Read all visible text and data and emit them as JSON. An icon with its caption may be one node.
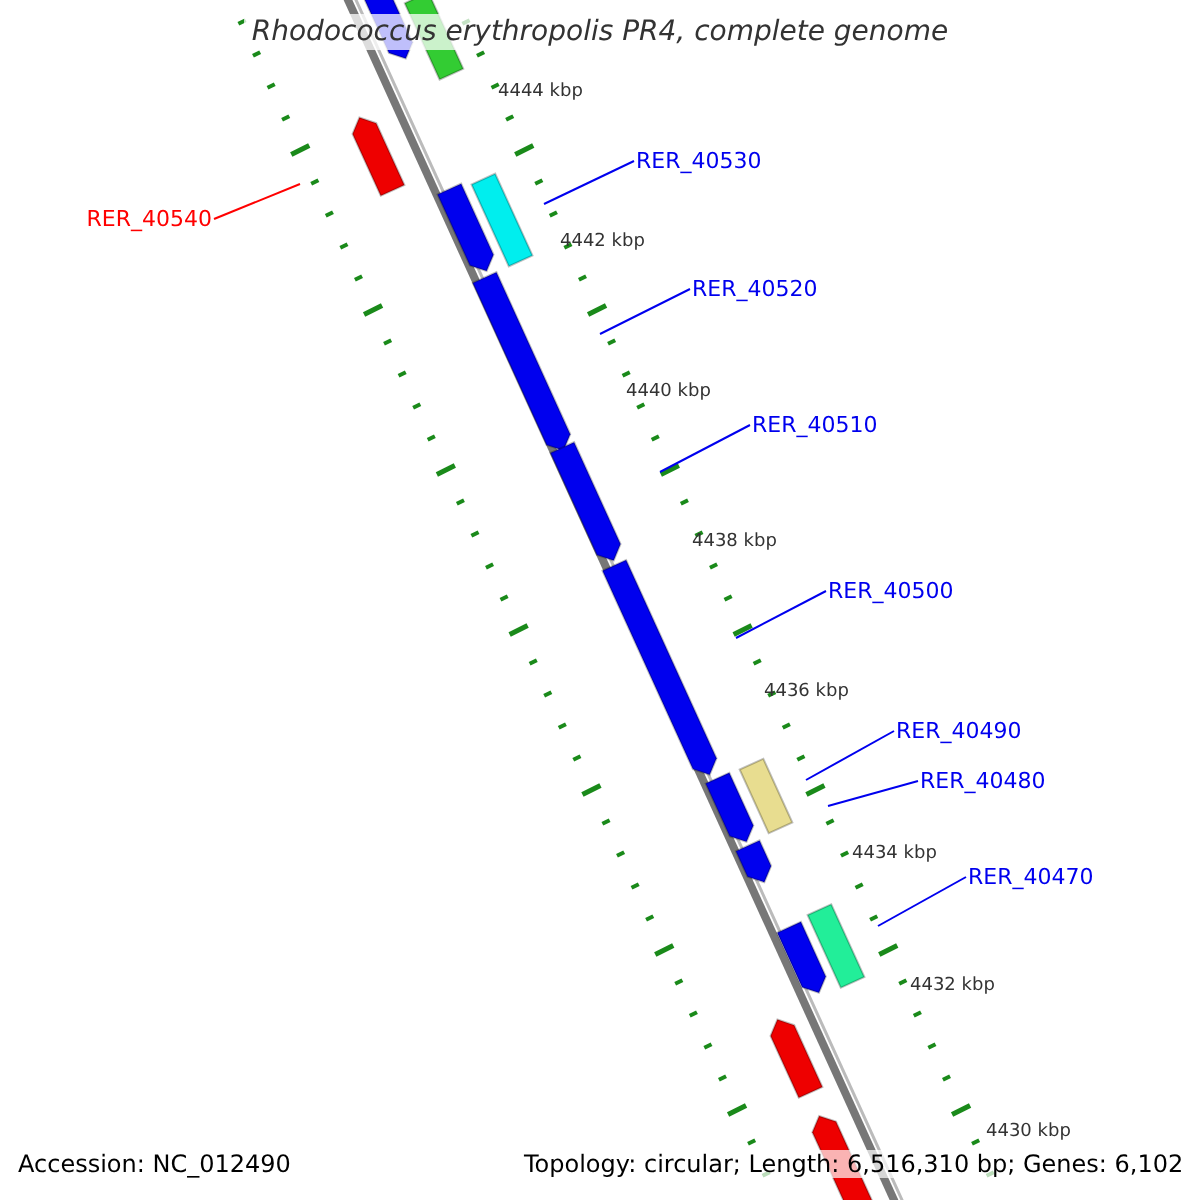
{
  "diagram": {
    "title": "Rhodococcus erythropolis PR4, complete genome",
    "nodes": [
      {
        "text": [
          "RER_40530"
        ]
      },
      {
        "text": [
          "RER_40540"
        ]
      },
      {
        "text": [
          "RER_40520"
        ]
      },
      {
        "text": [
          "RER_40510"
        ]
      },
      {
        "text": [
          "RER_40500"
        ]
      },
      {
        "text": [
          "RER_40490"
        ]
      },
      {
        "text": [
          "RER_40480"
        ]
      },
      {
        "text": [
          "RER_40470"
        ]
      }
    ],
    "edges": [
      {
        "from": 0,
        "to": null,
        "arrow": "none"
      },
      {
        "from": 1,
        "to": null,
        "arrow": "none",
        "color": "#ff0000"
      },
      {
        "from": 2,
        "to": null,
        "arrow": "none"
      },
      {
        "from": 3,
        "to": null,
        "arrow": "none"
      },
      {
        "from": 4,
        "to": null,
        "arrow": "none"
      },
      {
        "from": 5,
        "to": null,
        "arrow": "none"
      },
      {
        "from": 6,
        "to": null,
        "arrow": "none"
      },
      {
        "from": 7,
        "to": null,
        "arrow": "none"
      }
    ],
    "labels": [
      "4444 kbp",
      "4442 kbp",
      "4440 kbp",
      "4438 kbp",
      "4436 kbp",
      "4434 kbp",
      "4432 kbp",
      "4430 kbp",
      "Accession: NC_012490",
      "Topology: circular; Length: 6,516,310 bp; Genes: 6,102"
    ]
  }
}
